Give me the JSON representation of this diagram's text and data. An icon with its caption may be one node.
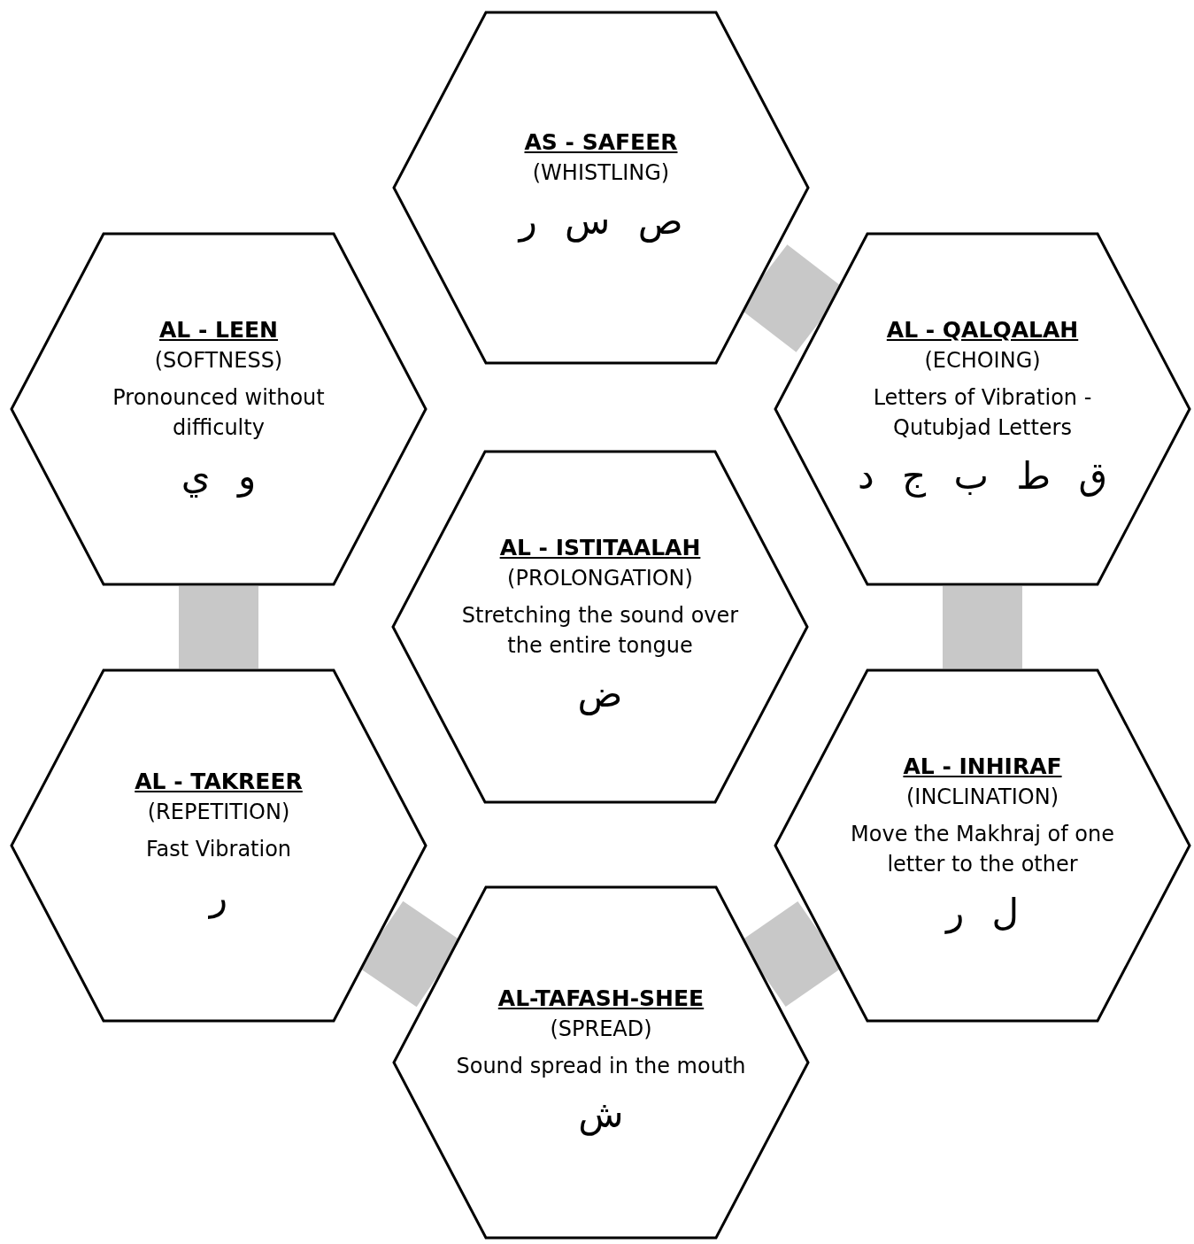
{
  "diagram": {
    "nodes": [
      {
        "text": [
          "AS - SAFEER",
          "(WHISTLING)",
          "ص س ر"
        ]
      },
      {
        "text": [
          "AL - LEEN",
          "(SOFTNESS)",
          "Pronounced without difficulty",
          "و ي"
        ]
      },
      {
        "text": [
          "AL - QALQALAH",
          "(ECHOING)",
          "Letters of Vibration - Qutubjad Letters",
          "ق ط ب ج د"
        ]
      },
      {
        "text": [
          "AL - ISTITAALAH",
          "(PROLONGATION)",
          "Stretching the sound over the entire tongue",
          "ض"
        ]
      },
      {
        "text": [
          "AL - TAKREER",
          "(REPETITION)",
          "Fast Vibration",
          "ر"
        ]
      },
      {
        "text": [
          "AL - INHIRAF",
          "(INCLINATION)",
          "Move the Makhraj of one letter to the other",
          "ل ر"
        ]
      },
      {
        "text": [
          "AL-TAFASH-SHEE",
          "(SPREAD)",
          "Sound spread in the mouth",
          "ش"
        ]
      }
    ],
    "edges": [
      {
        "from": 0,
        "to": 2,
        "arrow": "none"
      },
      {
        "from": 2,
        "to": 5,
        "arrow": "none"
      },
      {
        "from": 5,
        "to": 6,
        "arrow": "none"
      },
      {
        "from": 6,
        "to": 4,
        "arrow": "none"
      },
      {
        "from": 4,
        "to": 1,
        "arrow": "none"
      }
    ]
  }
}
